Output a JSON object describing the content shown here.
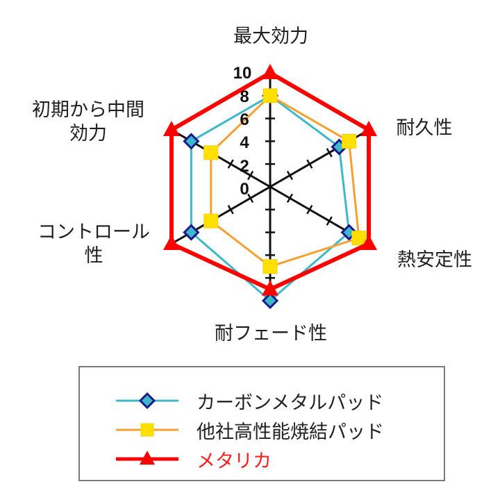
{
  "chart_data": {
    "type": "radar",
    "title": "",
    "categories": [
      "最大効力",
      "耐久性",
      "熱安定性",
      "耐フェード性",
      "コントロール性",
      "初期から中間効力"
    ],
    "radial_ticks": [
      "0",
      "2",
      "4",
      "6",
      "8",
      "10"
    ],
    "rlim": [
      0,
      10
    ],
    "series": [
      {
        "name": "カーボンメタルパッド",
        "values": [
          8,
          7,
          8,
          10,
          8,
          8
        ],
        "color": "#3db8c8",
        "marker": "diamond",
        "marker_edge": "#1a1a8c"
      },
      {
        "name": "他社高性能焼結パッド",
        "values": [
          8,
          8,
          9,
          7,
          6,
          6
        ],
        "color": "#f5a030",
        "marker": "square",
        "marker_fill": "#ffe000"
      },
      {
        "name": "メタリカ",
        "values": [
          10,
          10,
          10,
          9,
          10,
          10
        ],
        "color": "#ff0000",
        "marker": "triangle"
      }
    ],
    "legend_position": "bottom"
  },
  "labels": {
    "top": "最大効力",
    "upper_right": "耐久性",
    "lower_right": "熱安定性",
    "bottom": "耐フェード性",
    "lower_left_line1": "コントロール",
    "lower_left_line2": "性",
    "upper_left_line1": "初期から中間",
    "upper_left_line2": "効力"
  },
  "ticks": {
    "t0": "0",
    "t2": "2",
    "t4": "4",
    "t6": "6",
    "t8": "8",
    "t10": "10"
  },
  "legend": {
    "item0": "カーボンメタルパッド",
    "item1": "他社高性能焼結パッド",
    "item2": "メタリカ"
  }
}
